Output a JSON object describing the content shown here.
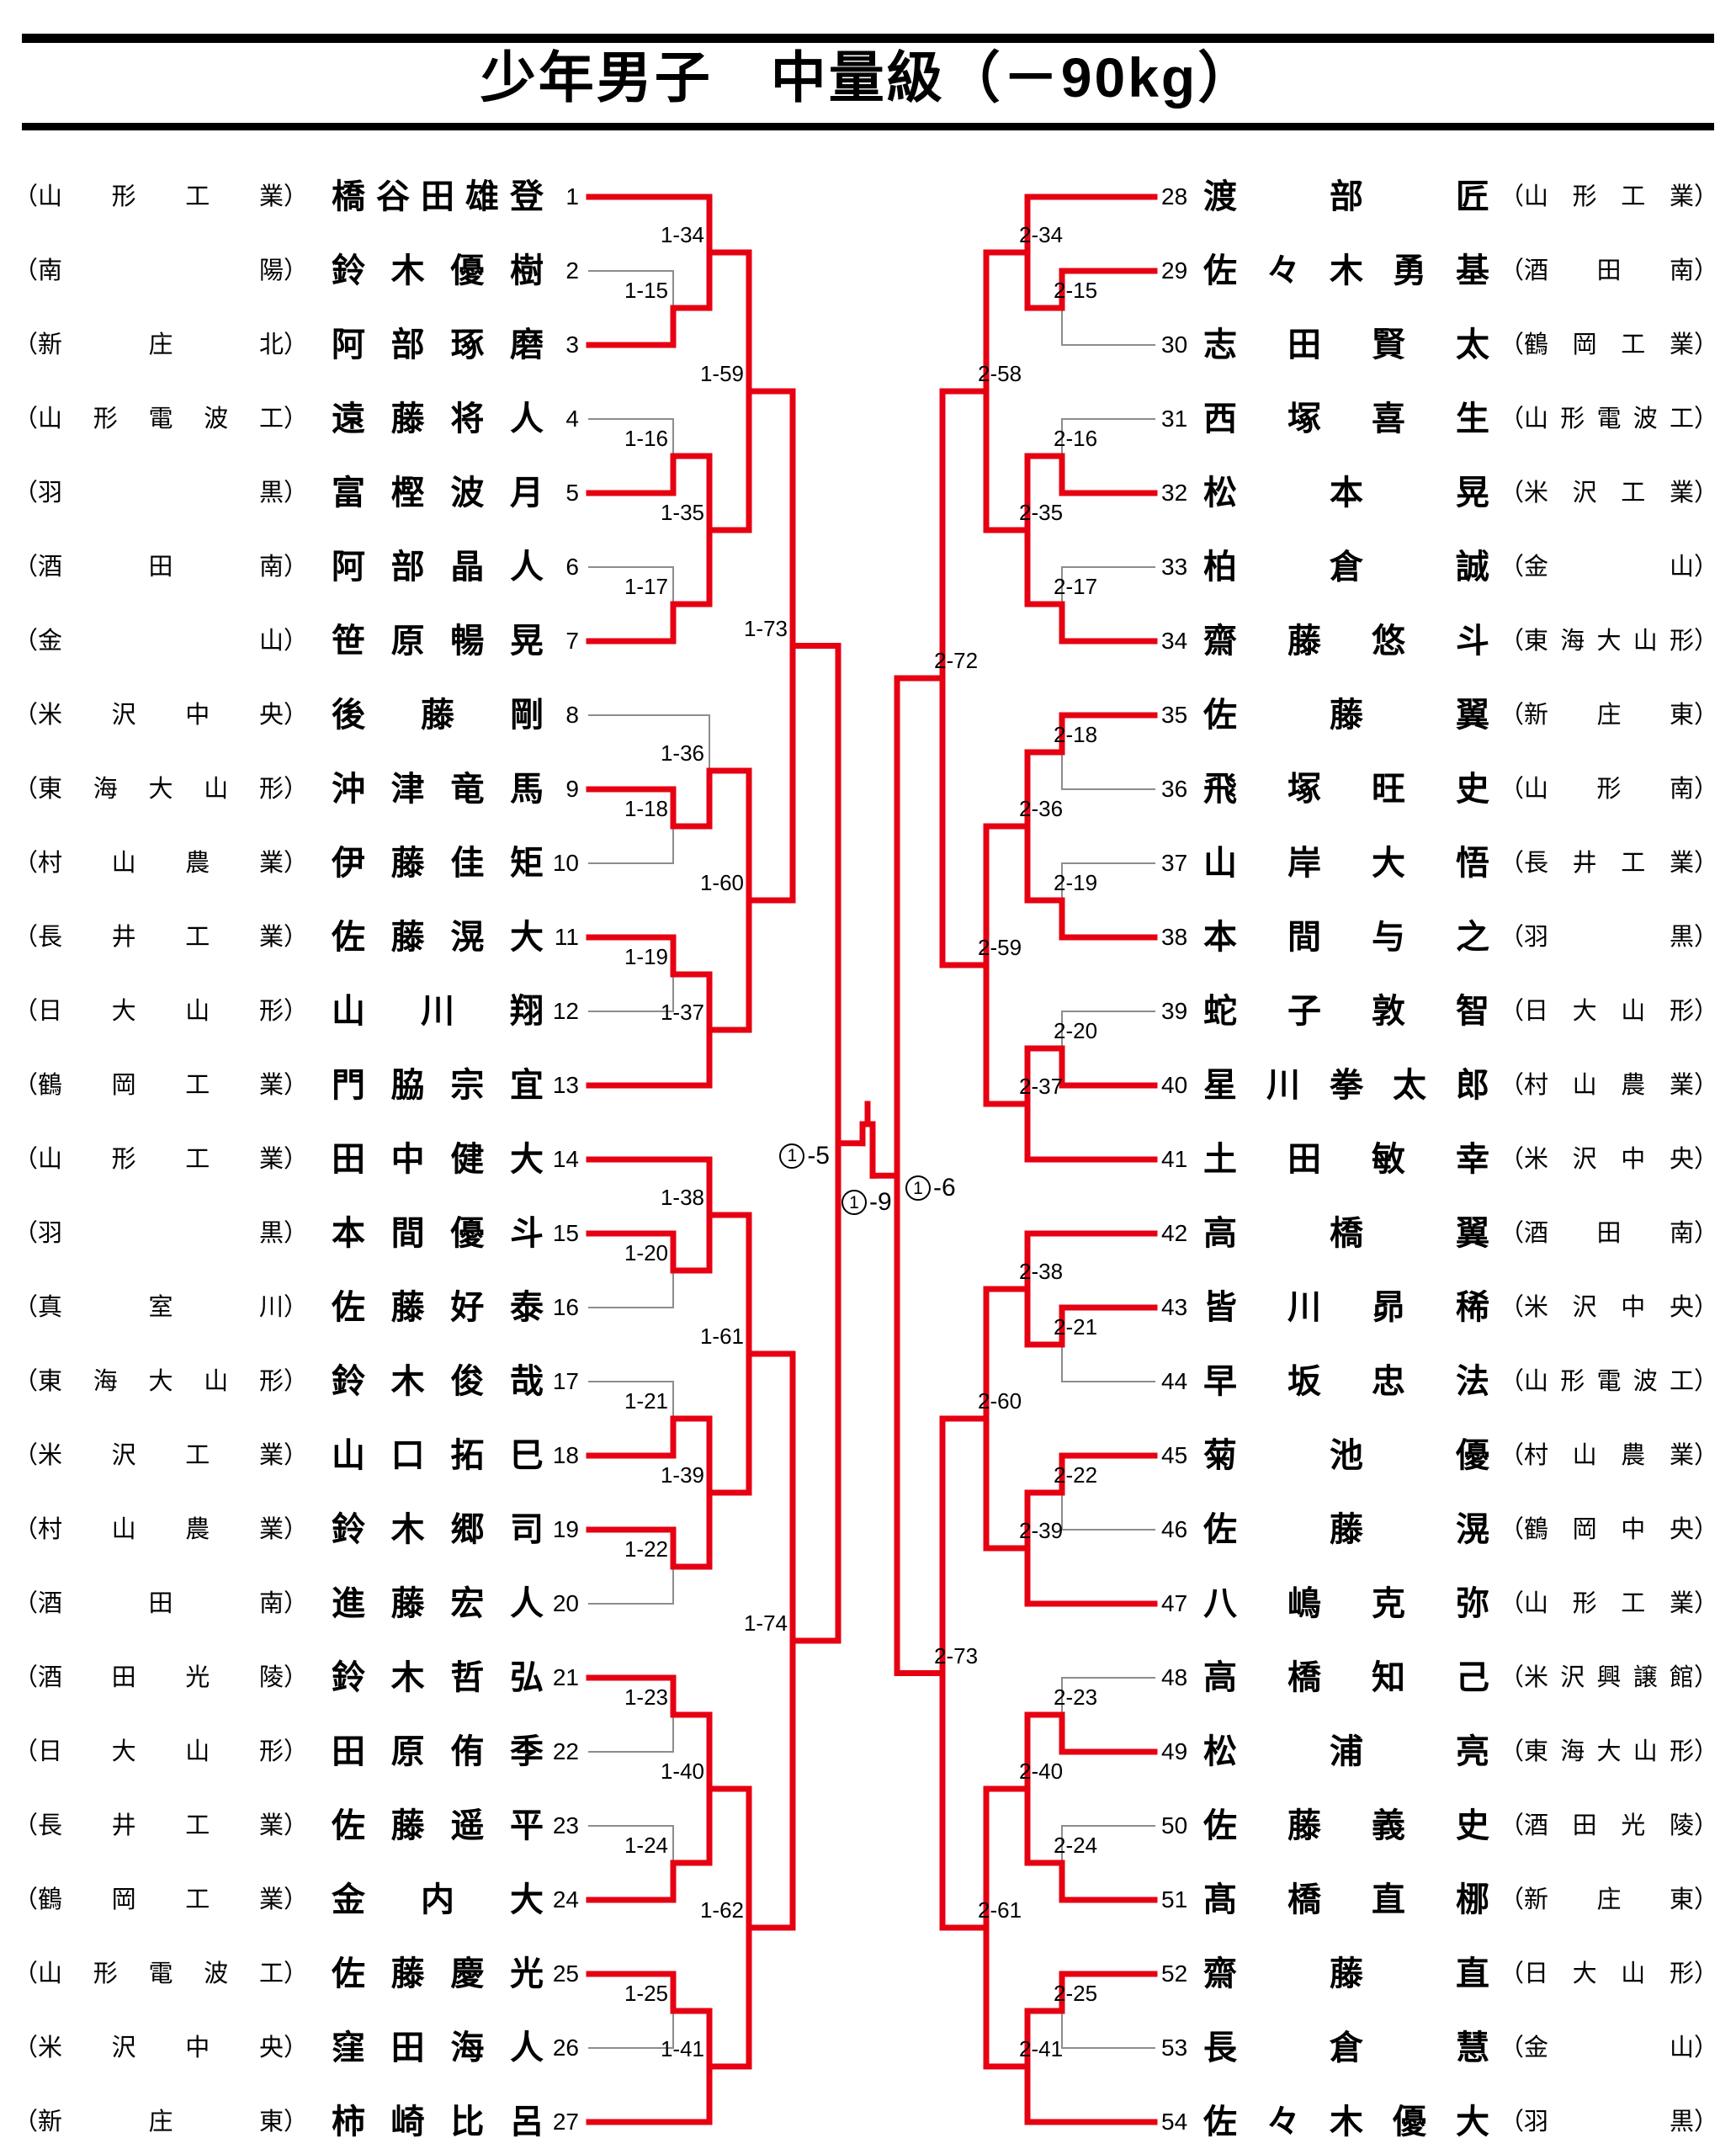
{
  "title": "少年男子　中量級（－90kg）",
  "colors": {
    "red": "#e60012",
    "line": "#8c8c8c",
    "text": "#000000"
  },
  "final": {
    "label": "①-9"
  },
  "left": {
    "competitors": [
      {
        "seed": 1,
        "name": "橋谷田雄登",
        "school": "山形工業",
        "red": true
      },
      {
        "seed": 2,
        "name": "鈴木優樹",
        "school": "南陽",
        "red": false
      },
      {
        "seed": 3,
        "name": "阿部琢磨",
        "school": "新庄北",
        "red": true
      },
      {
        "seed": 4,
        "name": "遠藤将人",
        "school": "山形電波工",
        "red": false
      },
      {
        "seed": 5,
        "name": "富樫波月",
        "school": "羽黒",
        "red": true
      },
      {
        "seed": 6,
        "name": "阿部晶人",
        "school": "酒田南",
        "red": false
      },
      {
        "seed": 7,
        "name": "笹原暢晃",
        "school": "金山",
        "red": true
      },
      {
        "seed": 8,
        "name": "後藤剛",
        "school": "米沢中央",
        "red": false
      },
      {
        "seed": 9,
        "name": "沖津竜馬",
        "school": "東海大山形",
        "red": true
      },
      {
        "seed": 10,
        "name": "伊藤佳矩",
        "school": "村山農業",
        "red": false
      },
      {
        "seed": 11,
        "name": "佐藤滉大",
        "school": "長井工業",
        "red": true
      },
      {
        "seed": 12,
        "name": "山川翔",
        "school": "日大山形",
        "red": false
      },
      {
        "seed": 13,
        "name": "門脇宗宜",
        "school": "鶴岡工業",
        "red": true
      },
      {
        "seed": 14,
        "name": "田中健大",
        "school": "山形工業",
        "red": true
      },
      {
        "seed": 15,
        "name": "本間優斗",
        "school": "羽黒",
        "red": true
      },
      {
        "seed": 16,
        "name": "佐藤好泰",
        "school": "真室川",
        "red": false
      },
      {
        "seed": 17,
        "name": "鈴木俊哉",
        "school": "東海大山形",
        "red": false
      },
      {
        "seed": 18,
        "name": "山口拓巳",
        "school": "米沢工業",
        "red": true
      },
      {
        "seed": 19,
        "name": "鈴木郷司",
        "school": "村山農業",
        "red": true
      },
      {
        "seed": 20,
        "name": "進藤宏人",
        "school": "酒田南",
        "red": false
      },
      {
        "seed": 21,
        "name": "鈴木哲弘",
        "school": "酒田光陵",
        "red": true
      },
      {
        "seed": 22,
        "name": "田原侑季",
        "school": "日大山形",
        "red": false
      },
      {
        "seed": 23,
        "name": "佐藤遥平",
        "school": "長井工業",
        "red": false
      },
      {
        "seed": 24,
        "name": "金内大",
        "school": "鶴岡工業",
        "red": true
      },
      {
        "seed": 25,
        "name": "佐藤慶光",
        "school": "山形電波工",
        "red": true
      },
      {
        "seed": 26,
        "name": "窪田海人",
        "school": "米沢中央",
        "red": false
      },
      {
        "seed": 27,
        "name": "柿崎比呂",
        "school": "新庄東",
        "red": true
      }
    ],
    "matches": [
      {
        "label": "1-15",
        "round": 1,
        "top": {
          "seed": 2
        },
        "bottom": {
          "seed": 3
        }
      },
      {
        "label": "1-16",
        "round": 1,
        "top": {
          "seed": 4
        },
        "bottom": {
          "seed": 5
        }
      },
      {
        "label": "1-17",
        "round": 1,
        "top": {
          "seed": 6
        },
        "bottom": {
          "seed": 7
        }
      },
      {
        "label": "1-18",
        "round": 1,
        "top": {
          "seed": 9
        },
        "bottom": {
          "seed": 10
        }
      },
      {
        "label": "1-19",
        "round": 1,
        "top": {
          "seed": 11
        },
        "bottom": {
          "seed": 12
        }
      },
      {
        "label": "1-20",
        "round": 1,
        "top": {
          "seed": 15
        },
        "bottom": {
          "seed": 16
        }
      },
      {
        "label": "1-21",
        "round": 1,
        "top": {
          "seed": 17
        },
        "bottom": {
          "seed": 18
        }
      },
      {
        "label": "1-22",
        "round": 1,
        "top": {
          "seed": 19
        },
        "bottom": {
          "seed": 20
        }
      },
      {
        "label": "1-23",
        "round": 1,
        "top": {
          "seed": 21
        },
        "bottom": {
          "seed": 22
        }
      },
      {
        "label": "1-24",
        "round": 1,
        "top": {
          "seed": 23
        },
        "bottom": {
          "seed": 24
        }
      },
      {
        "label": "1-25",
        "round": 1,
        "top": {
          "seed": 25
        },
        "bottom": {
          "seed": 26
        }
      },
      {
        "label": "1-34",
        "round": 2,
        "top": {
          "seed": 1
        },
        "bottom": {
          "match": "1-15"
        }
      },
      {
        "label": "1-35",
        "round": 2,
        "top": {
          "match": "1-16"
        },
        "bottom": {
          "match": "1-17"
        }
      },
      {
        "label": "1-36",
        "round": 2,
        "top": {
          "seed": 8
        },
        "bottom": {
          "match": "1-18"
        }
      },
      {
        "label": "1-37",
        "round": 2,
        "top": {
          "match": "1-19"
        },
        "bottom": {
          "seed": 13
        }
      },
      {
        "label": "1-38",
        "round": 2,
        "top": {
          "seed": 14
        },
        "bottom": {
          "match": "1-20"
        }
      },
      {
        "label": "1-39",
        "round": 2,
        "top": {
          "match": "1-21"
        },
        "bottom": {
          "match": "1-22"
        }
      },
      {
        "label": "1-40",
        "round": 2,
        "top": {
          "match": "1-23"
        },
        "bottom": {
          "match": "1-24"
        }
      },
      {
        "label": "1-41",
        "round": 2,
        "top": {
          "match": "1-25"
        },
        "bottom": {
          "seed": 27
        }
      },
      {
        "label": "1-59",
        "round": 3,
        "top": {
          "match": "1-34"
        },
        "bottom": {
          "match": "1-35"
        }
      },
      {
        "label": "1-60",
        "round": 3,
        "top": {
          "match": "1-36"
        },
        "bottom": {
          "match": "1-37"
        }
      },
      {
        "label": "1-61",
        "round": 3,
        "top": {
          "match": "1-38"
        },
        "bottom": {
          "match": "1-39"
        }
      },
      {
        "label": "1-62",
        "round": 3,
        "top": {
          "match": "1-40"
        },
        "bottom": {
          "match": "1-41"
        }
      },
      {
        "label": "1-73",
        "round": 4,
        "top": {
          "match": "1-59"
        },
        "bottom": {
          "match": "1-60"
        }
      },
      {
        "label": "1-74",
        "round": 4,
        "top": {
          "match": "1-61"
        },
        "bottom": {
          "match": "1-62"
        }
      },
      {
        "label": "①-5",
        "round": 5,
        "top": {
          "match": "1-73"
        },
        "bottom": {
          "match": "1-74"
        }
      }
    ]
  },
  "right": {
    "competitors": [
      {
        "seed": 28,
        "name": "渡部匠",
        "school": "山形工業",
        "red": true
      },
      {
        "seed": 29,
        "name": "佐々木勇基",
        "school": "酒田南",
        "red": true
      },
      {
        "seed": 30,
        "name": "志田賢太",
        "school": "鶴岡工業",
        "red": false
      },
      {
        "seed": 31,
        "name": "西塚喜生",
        "school": "山形電波工",
        "red": false
      },
      {
        "seed": 32,
        "name": "松本晃",
        "school": "米沢工業",
        "red": true
      },
      {
        "seed": 33,
        "name": "柏倉誠",
        "school": "金山",
        "red": false
      },
      {
        "seed": 34,
        "name": "齋藤悠斗",
        "school": "東海大山形",
        "red": true
      },
      {
        "seed": 35,
        "name": "佐藤翼",
        "school": "新庄東",
        "red": true
      },
      {
        "seed": 36,
        "name": "飛塚旺史",
        "school": "山形南",
        "red": false
      },
      {
        "seed": 37,
        "name": "山岸大悟",
        "school": "長井工業",
        "red": false
      },
      {
        "seed": 38,
        "name": "本間与之",
        "school": "羽黒",
        "red": true
      },
      {
        "seed": 39,
        "name": "蛇子敦智",
        "school": "日大山形",
        "red": false
      },
      {
        "seed": 40,
        "name": "星川拳太郎",
        "school": "村山農業",
        "red": true
      },
      {
        "seed": 41,
        "name": "土田敏幸",
        "school": "米沢中央",
        "red": true
      },
      {
        "seed": 42,
        "name": "高橋翼",
        "school": "酒田南",
        "red": true
      },
      {
        "seed": 43,
        "name": "皆川昴稀",
        "school": "米沢中央",
        "red": true
      },
      {
        "seed": 44,
        "name": "早坂忠法",
        "school": "山形電波工",
        "red": false
      },
      {
        "seed": 45,
        "name": "菊池優",
        "school": "村山農業",
        "red": true
      },
      {
        "seed": 46,
        "name": "佐藤滉",
        "school": "鶴岡中央",
        "red": false
      },
      {
        "seed": 47,
        "name": "八嶋克弥",
        "school": "山形工業",
        "red": true
      },
      {
        "seed": 48,
        "name": "高橋知己",
        "school": "米沢興譲館",
        "red": false
      },
      {
        "seed": 49,
        "name": "松浦亮",
        "school": "東海大山形",
        "red": true
      },
      {
        "seed": 50,
        "name": "佐藤義史",
        "school": "酒田光陵",
        "red": false
      },
      {
        "seed": 51,
        "name": "髙橋直梛",
        "school": "新庄東",
        "red": true
      },
      {
        "seed": 52,
        "name": "齋藤直",
        "school": "日大山形",
        "red": true
      },
      {
        "seed": 53,
        "name": "長倉慧",
        "school": "金山",
        "red": false
      },
      {
        "seed": 54,
        "name": "佐々木優大",
        "school": "羽黒",
        "red": true
      }
    ],
    "matches": [
      {
        "label": "2-15",
        "round": 1,
        "top": {
          "seed": 29
        },
        "bottom": {
          "seed": 30
        }
      },
      {
        "label": "2-16",
        "round": 1,
        "top": {
          "seed": 31
        },
        "bottom": {
          "seed": 32
        }
      },
      {
        "label": "2-17",
        "round": 1,
        "top": {
          "seed": 33
        },
        "bottom": {
          "seed": 34
        }
      },
      {
        "label": "2-18",
        "round": 1,
        "top": {
          "seed": 35
        },
        "bottom": {
          "seed": 36
        }
      },
      {
        "label": "2-19",
        "round": 1,
        "top": {
          "seed": 37
        },
        "bottom": {
          "seed": 38
        }
      },
      {
        "label": "2-20",
        "round": 1,
        "top": {
          "seed": 39
        },
        "bottom": {
          "seed": 40
        }
      },
      {
        "label": "2-21",
        "round": 1,
        "top": {
          "seed": 43
        },
        "bottom": {
          "seed": 44
        }
      },
      {
        "label": "2-22",
        "round": 1,
        "top": {
          "seed": 45
        },
        "bottom": {
          "seed": 46
        }
      },
      {
        "label": "2-23",
        "round": 1,
        "top": {
          "seed": 48
        },
        "bottom": {
          "seed": 49
        }
      },
      {
        "label": "2-24",
        "round": 1,
        "top": {
          "seed": 50
        },
        "bottom": {
          "seed": 51
        }
      },
      {
        "label": "2-25",
        "round": 1,
        "top": {
          "seed": 52
        },
        "bottom": {
          "seed": 53
        }
      },
      {
        "label": "2-34",
        "round": 2,
        "top": {
          "seed": 28
        },
        "bottom": {
          "match": "2-15"
        }
      },
      {
        "label": "2-35",
        "round": 2,
        "top": {
          "match": "2-16"
        },
        "bottom": {
          "match": "2-17"
        }
      },
      {
        "label": "2-36",
        "round": 2,
        "top": {
          "match": "2-18"
        },
        "bottom": {
          "match": "2-19"
        }
      },
      {
        "label": "2-37",
        "round": 2,
        "top": {
          "match": "2-20"
        },
        "bottom": {
          "seed": 41
        }
      },
      {
        "label": "2-38",
        "round": 2,
        "top": {
          "seed": 42
        },
        "bottom": {
          "match": "2-21"
        }
      },
      {
        "label": "2-39",
        "round": 2,
        "top": {
          "match": "2-22"
        },
        "bottom": {
          "seed": 47
        }
      },
      {
        "label": "2-40",
        "round": 2,
        "top": {
          "match": "2-23"
        },
        "bottom": {
          "match": "2-24"
        }
      },
      {
        "label": "2-41",
        "round": 2,
        "top": {
          "match": "2-25"
        },
        "bottom": {
          "seed": 54
        }
      },
      {
        "label": "2-58",
        "round": 3,
        "top": {
          "match": "2-34"
        },
        "bottom": {
          "match": "2-35"
        }
      },
      {
        "label": "2-59",
        "round": 3,
        "top": {
          "match": "2-36"
        },
        "bottom": {
          "match": "2-37"
        }
      },
      {
        "label": "2-60",
        "round": 3,
        "top": {
          "match": "2-38"
        },
        "bottom": {
          "match": "2-39"
        }
      },
      {
        "label": "2-61",
        "round": 3,
        "top": {
          "match": "2-40"
        },
        "bottom": {
          "match": "2-41"
        }
      },
      {
        "label": "2-72",
        "round": 4,
        "top": {
          "match": "2-58"
        },
        "bottom": {
          "match": "2-59"
        }
      },
      {
        "label": "2-73",
        "round": 4,
        "top": {
          "match": "2-60"
        },
        "bottom": {
          "match": "2-61"
        }
      },
      {
        "label": "①-6",
        "round": 5,
        "top": {
          "match": "2-72"
        },
        "bottom": {
          "match": "2-73"
        }
      }
    ]
  }
}
